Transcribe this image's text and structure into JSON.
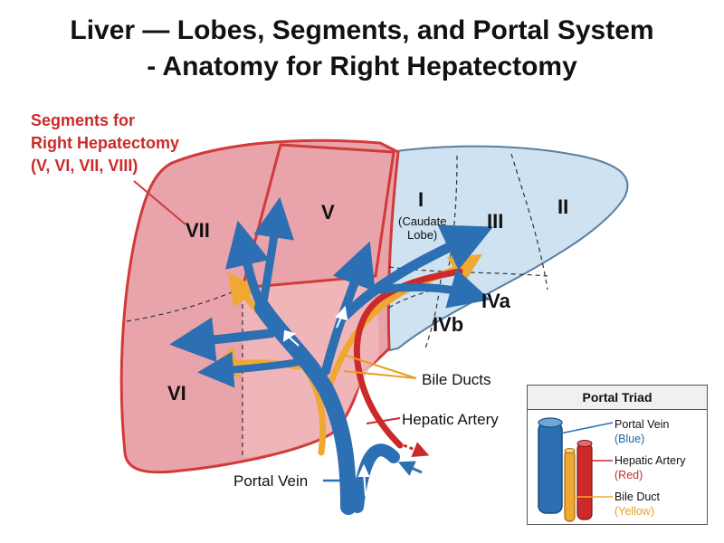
{
  "title": {
    "line1": "Liver — Lobes, Segments, and Portal System",
    "line2": "- Anatomy for Right Hepatectomy"
  },
  "note": {
    "line1": "Segments for",
    "line2": "Right Hepatectomy",
    "line3": "(V, VI, VII, VIII)"
  },
  "segments": {
    "vii": "VII",
    "v": "V",
    "vi": "VI",
    "i": "I",
    "i_sub1": "(Caudate",
    "i_sub2": "Lobe)",
    "iii": "III",
    "ii": "II",
    "iva": "IVa",
    "ivb": "IVb"
  },
  "callouts": {
    "bile_ducts": "Bile Ducts",
    "hepatic_artery": "Hepatic Artery",
    "portal_vein": "Portal Vein"
  },
  "legend": {
    "title": "Portal Triad",
    "items": [
      {
        "name": "Portal Vein",
        "color_label": "(Blue)",
        "color": "#2166ac"
      },
      {
        "name": "Hepatic Artery",
        "color_label": "(Red)",
        "color": "#cc2a2a"
      },
      {
        "name": "Bile Duct",
        "color_label": "(Yellow)",
        "color": "#f0a830"
      }
    ]
  },
  "colors": {
    "right_lobe_fill": "#e8a4aa",
    "left_lobe_fill": "#cfe2f1",
    "outline_red": "#d23a3a",
    "outline_blue": "#5a7da0",
    "vein": "#2c6fb3",
    "artery": "#cc2a2a",
    "bile": "#f0a830"
  }
}
